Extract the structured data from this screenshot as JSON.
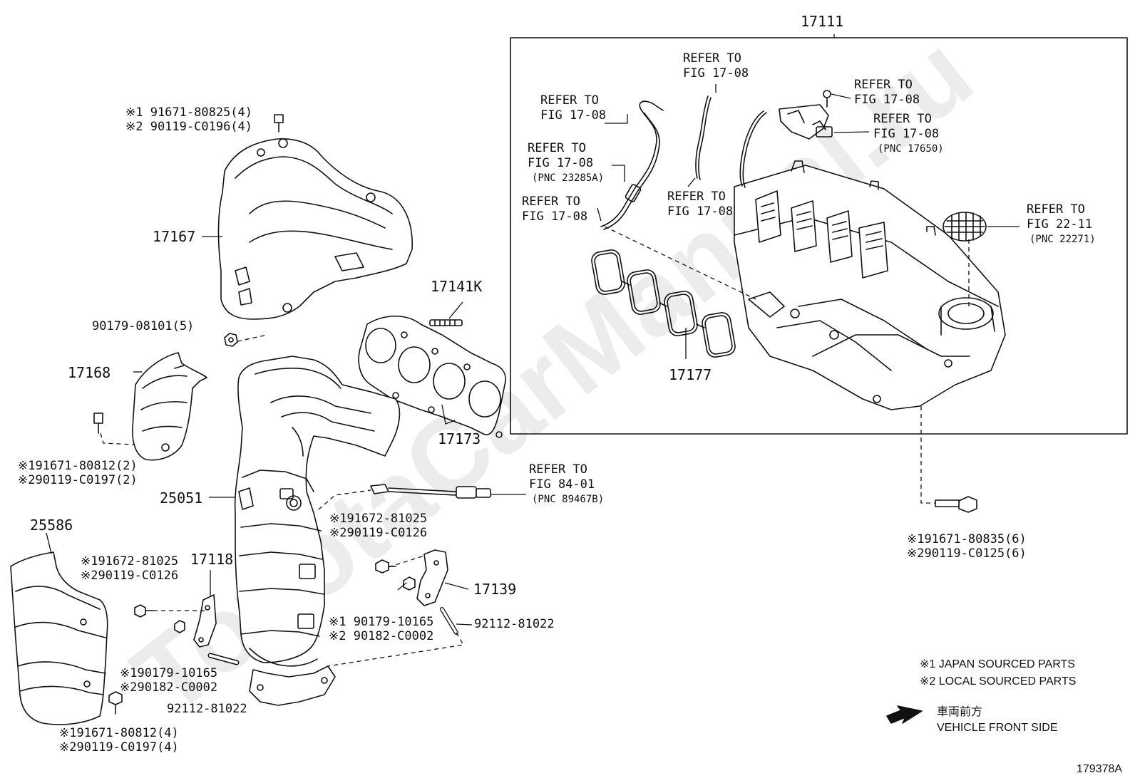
{
  "watermark": "ToyotaCarManual.ru",
  "main_part_number": "17111",
  "refer": {
    "vac_hose_a": {
      "line1": "REFER TO",
      "line2": "FIG 17-08"
    },
    "vac_hose_b": {
      "line1": "REFER TO",
      "line2": "FIG 17-08"
    },
    "bracket_top": {
      "line1": "REFER TO",
      "line2": "FIG 17-08"
    },
    "vsv": {
      "line1": "REFER TO",
      "line2": "FIG 17-08",
      "pnc": "(PNC 17650)"
    },
    "hose_connector": {
      "line1": "REFER TO",
      "line2": "FIG 17-08",
      "pnc": "(PNC 23285A)"
    },
    "hose_lower": {
      "line1": "REFER TO",
      "line2": "FIG 17-08"
    },
    "hose_mid": {
      "line1": "REFER TO",
      "line2": "FIG 17-08"
    },
    "throttle": {
      "line1": "REFER TO",
      "line2": "FIG 22-11",
      "pnc": "(PNC 22271)"
    },
    "o2_sensor": {
      "line1": "REFER TO",
      "line2": "FIG 84-01",
      "pnc": "(PNC 89467B)"
    }
  },
  "parts": {
    "p17167": "17167",
    "p17141k": "17141K",
    "p17168": "17168",
    "p17173": "17173",
    "p17177": "17177",
    "p25051": "25051",
    "p25586": "25586",
    "p17118": "17118",
    "p17139": "17139"
  },
  "bolts": {
    "heat_ins_top": [
      "※1 91671-80825(4)",
      "※2 90119-C0196(4)"
    ],
    "nut_90179": "90179-08101(5)",
    "ins_lower_left": [
      "※191671-80812(2)",
      "※290119-C0197(2)"
    ],
    "intake_bolt": [
      "※191671-80835(6)",
      "※290119-C0125(6)"
    ],
    "sensor_bolt": [
      "※191672-81025",
      "※290119-C0126"
    ],
    "stay_bolt": [
      "※191672-81025",
      "※290119-C0126"
    ],
    "stay_nut_right": [
      "※1 90179-10165",
      "※2 90182-C0002"
    ],
    "stud_right": "92112-81022",
    "stay_nut_left": [
      "※190179-10165",
      "※290182-C0002"
    ],
    "stud_left": "92112-81022",
    "ins_bottom": [
      "※191671-80812(4)",
      "※290119-C0197(4)"
    ]
  },
  "legend": {
    "japan": "※1 JAPAN SOURCED PARTS",
    "local": "※2 LOCAL SOURCED PARTS"
  },
  "direction": {
    "jp": "車両前方",
    "en": "VEHICLE FRONT SIDE"
  },
  "figure_id": "179378A",
  "colors": {
    "ink": "#111111",
    "watermark": "#e6e6e6"
  }
}
